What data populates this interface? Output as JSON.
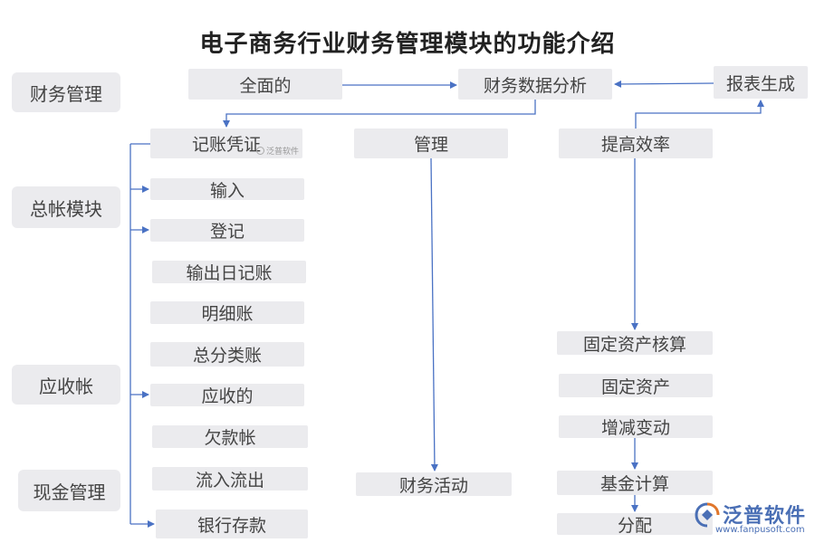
{
  "title": "电子商务行业财务管理模块的功能介绍",
  "left_categories": [
    "财务管理",
    "总帐模块",
    "应收帐",
    "现金管理"
  ],
  "top_row": {
    "comprehensive": "全面的",
    "analysis": "财务数据分析",
    "report": "报表生成"
  },
  "column1": [
    "记账凭证",
    "输入",
    "登记",
    "输出日记账",
    "明细账",
    "总分类账",
    "应收的",
    "欠款帐",
    "流入流出",
    "银行存款"
  ],
  "column2": {
    "top": "管理",
    "bottom": "财务活动"
  },
  "column3": [
    "提高效率",
    "固定资产核算",
    "固定资产",
    "增减变动",
    "基金计算",
    "分配"
  ],
  "watermark": "泛普软件",
  "logo": {
    "name": "泛普软件",
    "url": "www.fanpusoft.com"
  },
  "colors": {
    "box": "#ebebee",
    "arrow": "#4a72c4",
    "logo": "#4a6fb5"
  }
}
